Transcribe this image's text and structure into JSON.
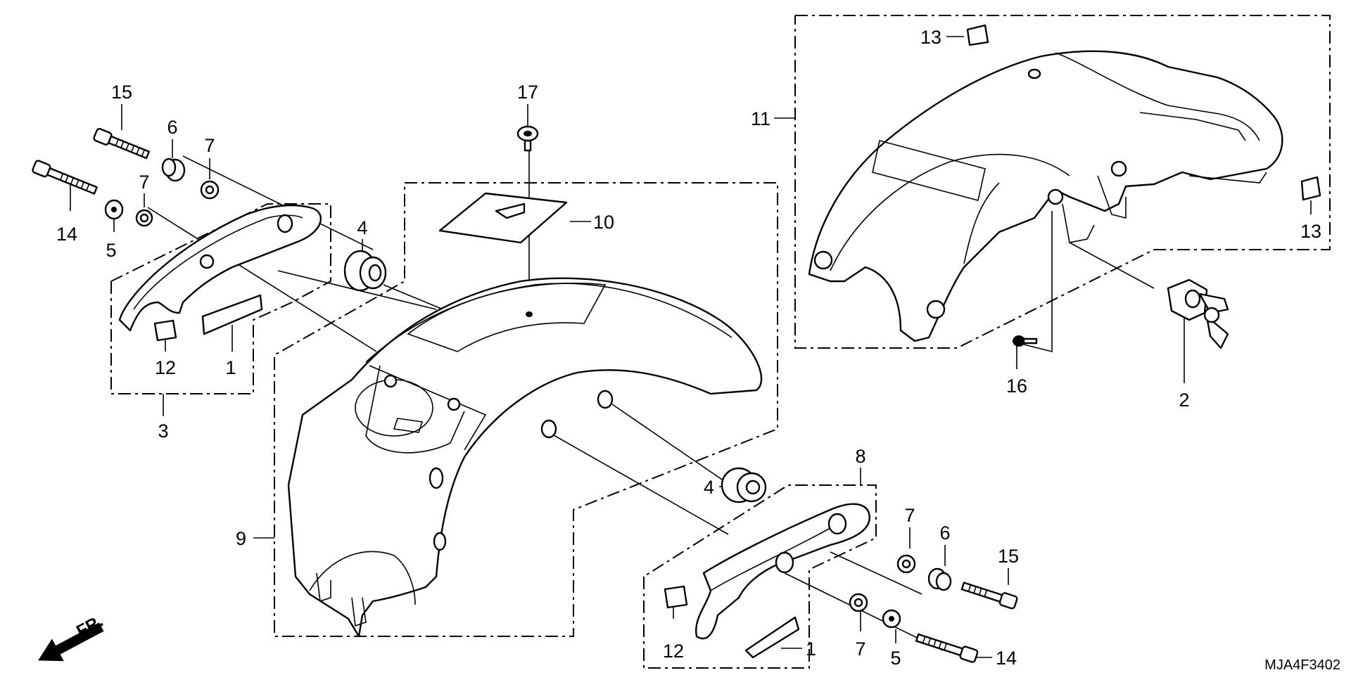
{
  "diagram": {
    "callouts": {
      "p15_left": "15",
      "p6_left": "6",
      "p7_left_top": "7",
      "p7_left_mid": "7",
      "p14_left": "14",
      "p5_left": "5",
      "p12_left": "12",
      "p1_left": "1",
      "p3": "3",
      "p4_top": "4",
      "p17": "17",
      "p10": "10",
      "p9": "9",
      "p11": "11",
      "p13_top": "13",
      "p13_right": "13",
      "p16": "16",
      "p2": "2",
      "p8": "8",
      "p4_bottom": "4",
      "p7_right_top": "7",
      "p6_right": "6",
      "p15_right": "15",
      "p12_right": "12",
      "p1_right": "1",
      "p7_right_bottom": "7",
      "p5_right": "5",
      "p14_right": "14"
    },
    "direction_label": "FR.",
    "drawing_code": "MJA4F3402"
  }
}
